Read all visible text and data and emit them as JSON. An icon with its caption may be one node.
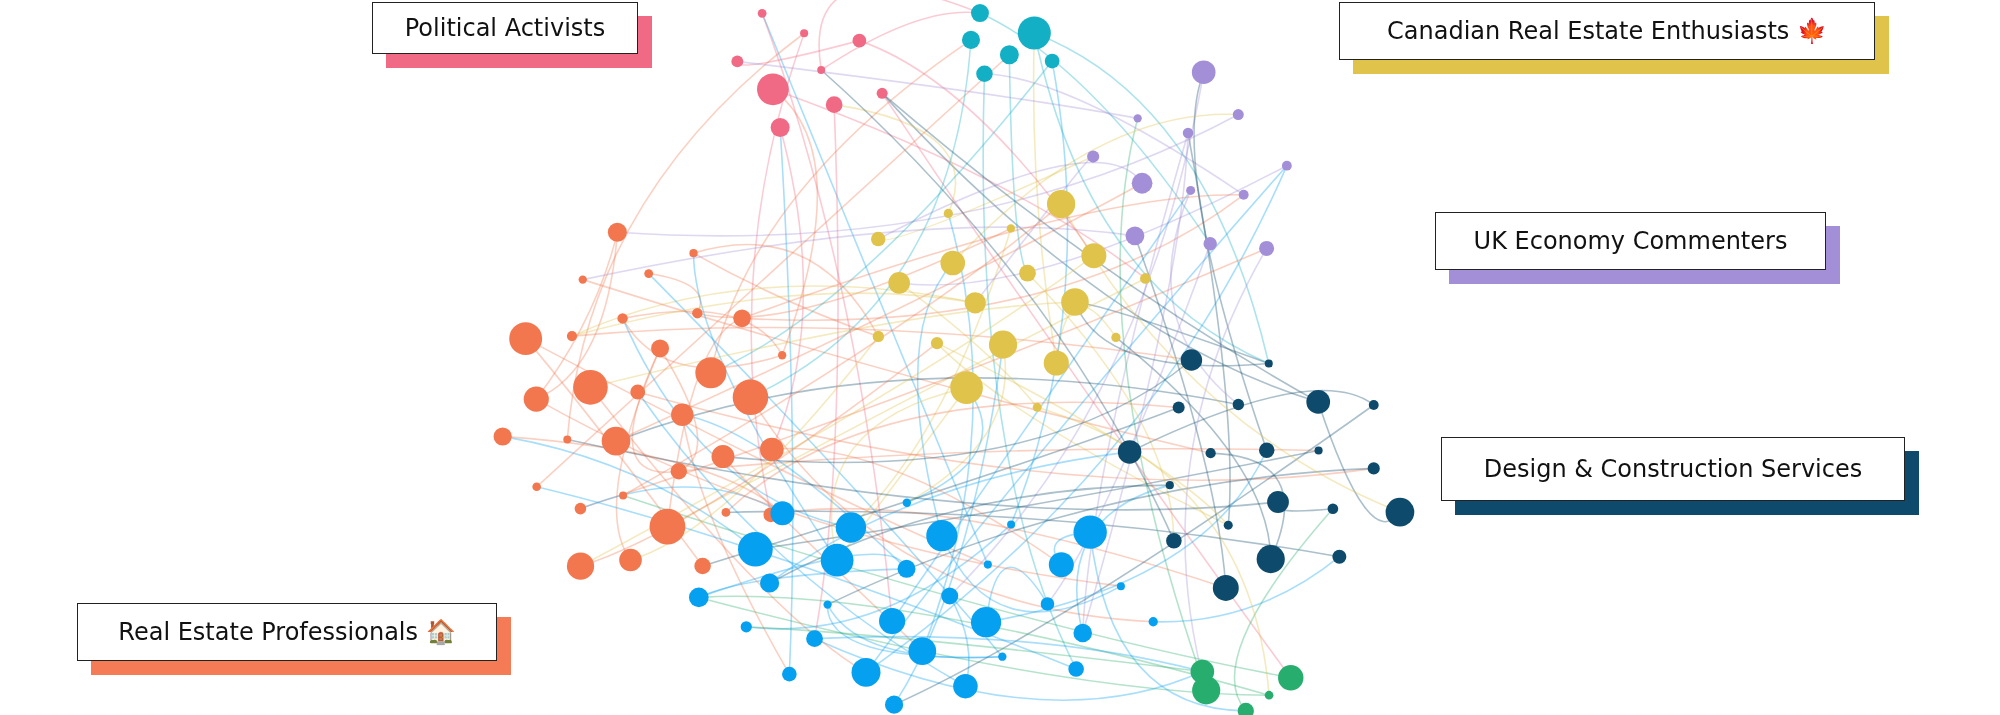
{
  "diagram": {
    "nodes": [
      {
        "text": [
          "Political Activists"
        ]
      },
      {
        "text": [
          "Canadian Real Estate Enthusiasts 🍁"
        ]
      },
      {
        "text": [
          "UK Economy Commenters"
        ]
      },
      {
        "text": [
          "Design & Construction Services"
        ]
      },
      {
        "text": [
          "Real Estate Professionals 🏠"
        ]
      }
    ]
  }
}
